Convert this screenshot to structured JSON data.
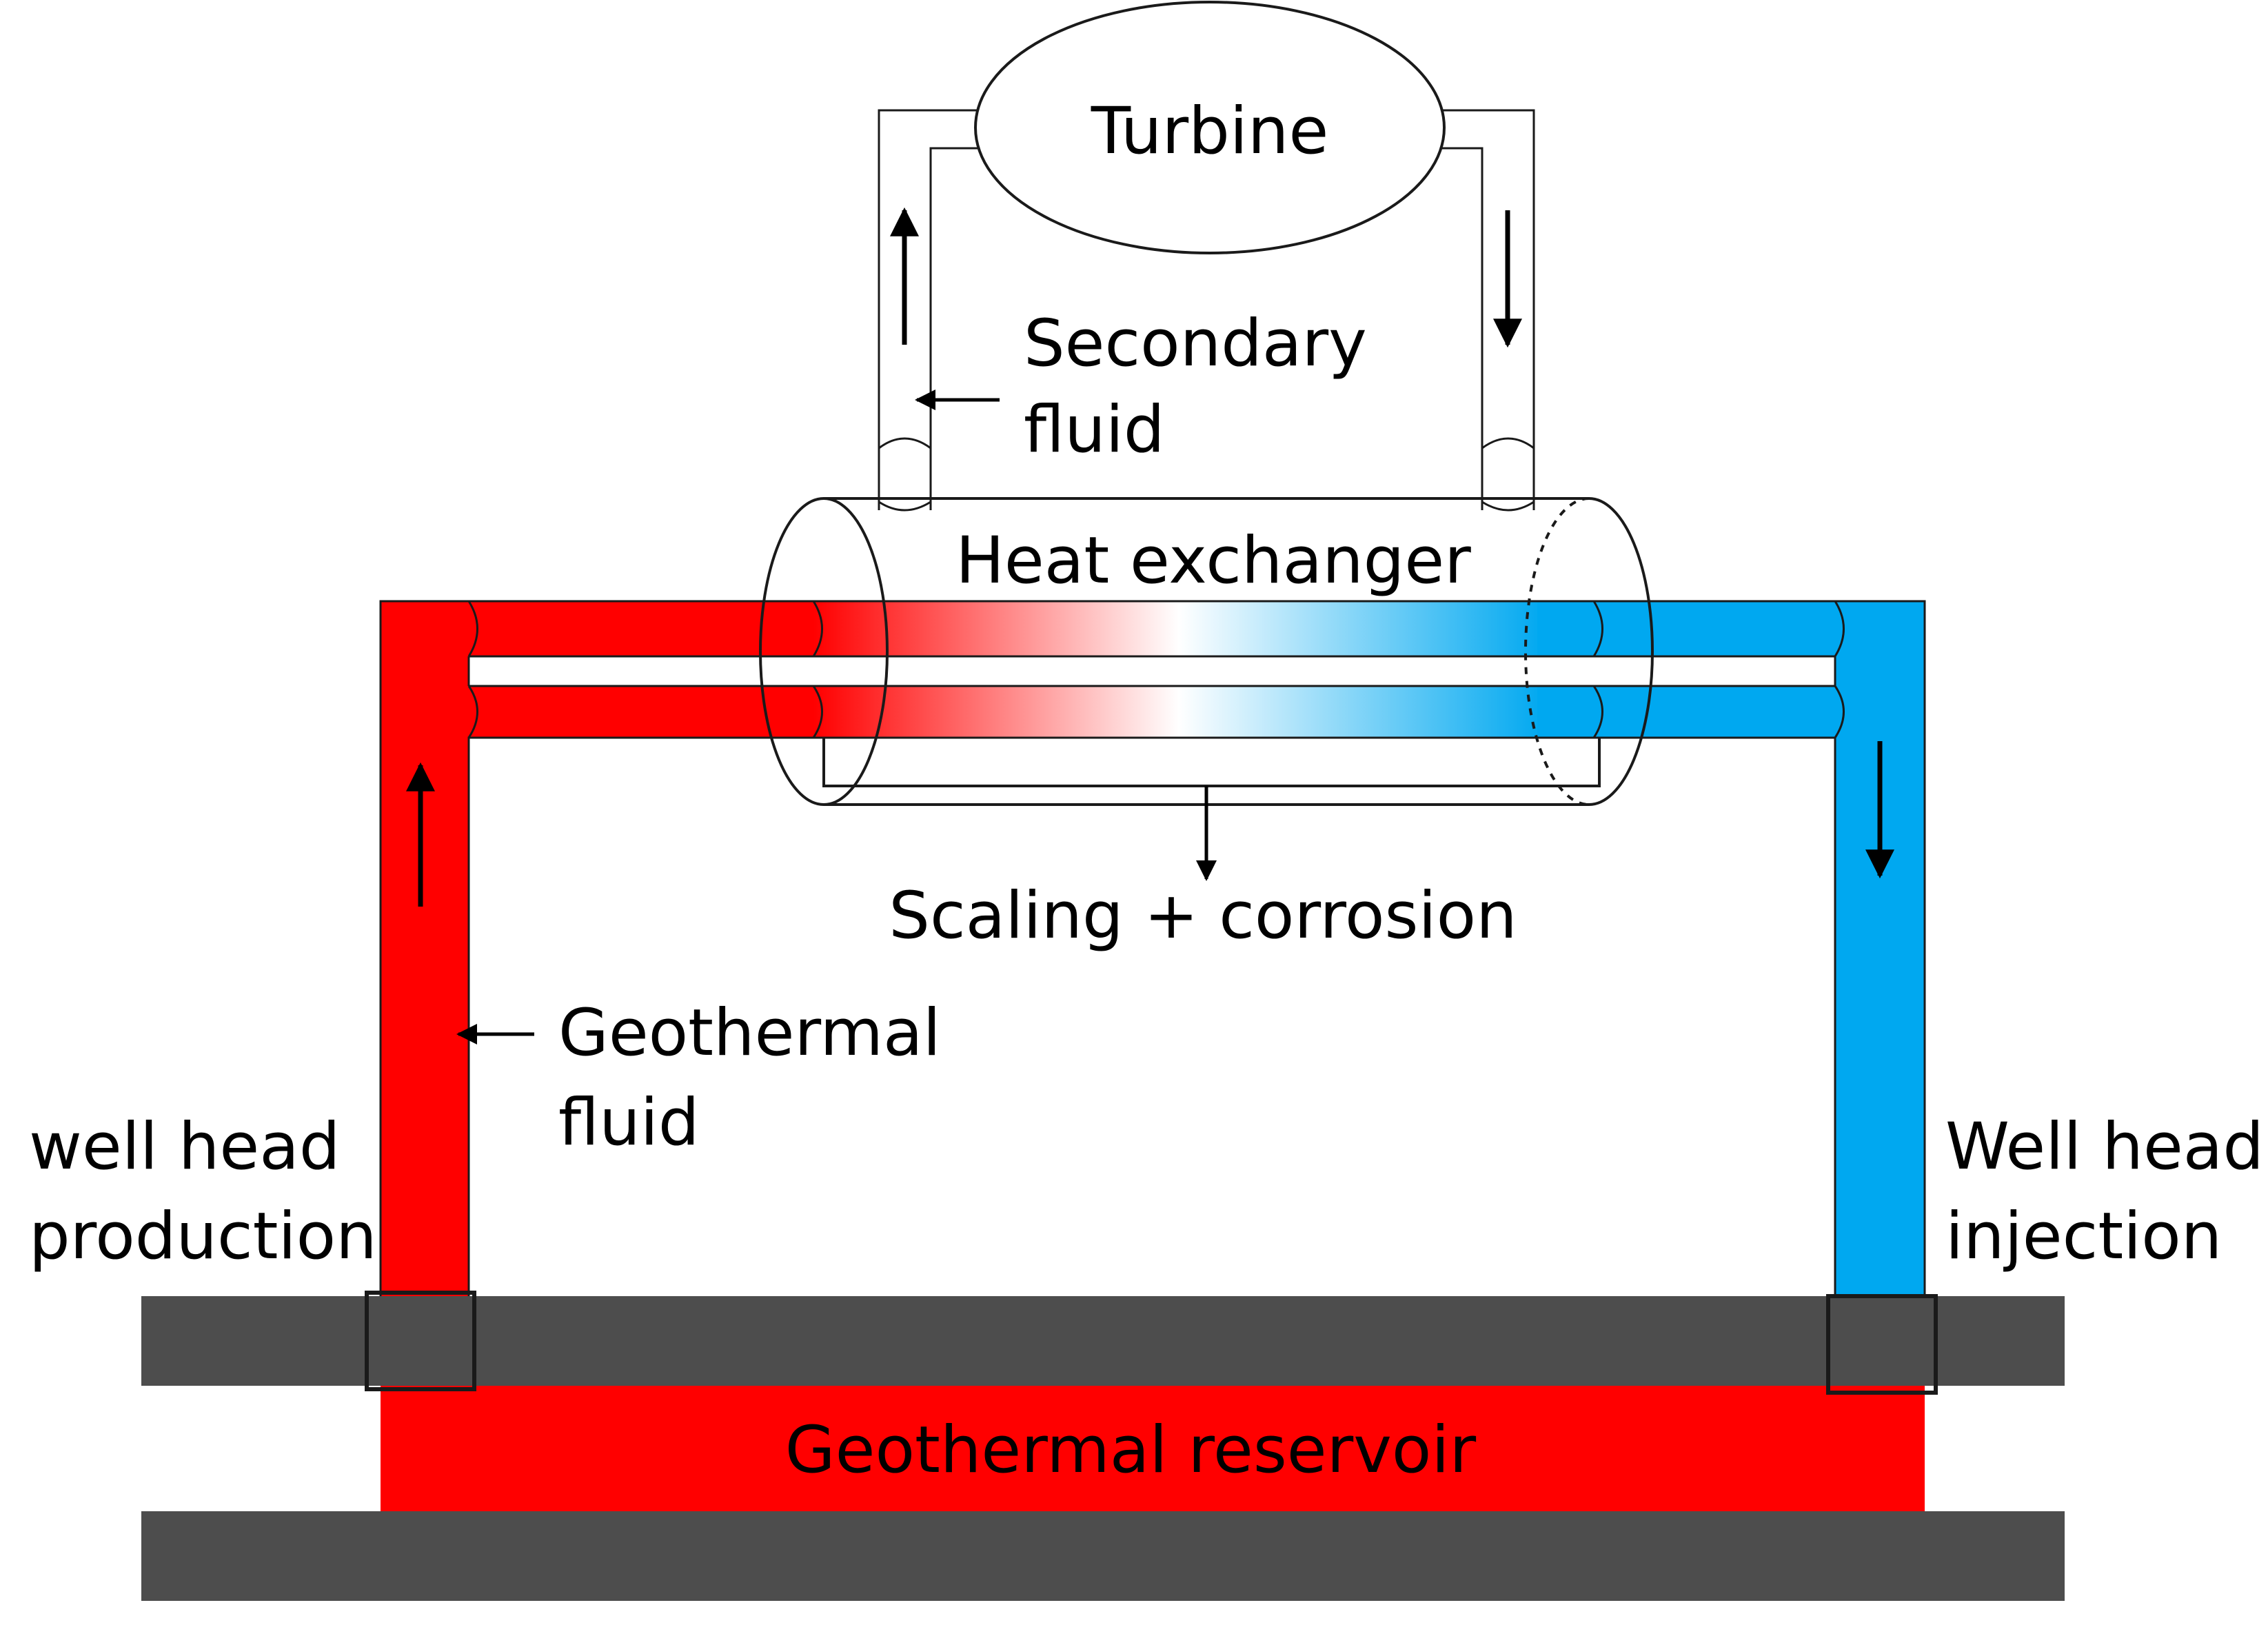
{
  "labels": {
    "turbine": "Turbine",
    "secondary_fluid_line1": "Secondary",
    "secondary_fluid_line2": "fluid",
    "heat_exchanger": "Heat exchanger",
    "scaling_corrosion": "Scaling + corrosion",
    "geothermal_fluid_line1": "Geothermal",
    "geothermal_fluid_line2": "fluid",
    "production_line1": "well head",
    "production_line2": "production",
    "injection_line1": "Well head",
    "injection_line2": "injection",
    "reservoir": "Geothermal reservoir"
  },
  "colors": {
    "hot": "#ff0000",
    "cold": "#00a8f0",
    "ground": "#4d4d4d",
    "outline": "#1a1a1a",
    "background": "#ffffff"
  }
}
